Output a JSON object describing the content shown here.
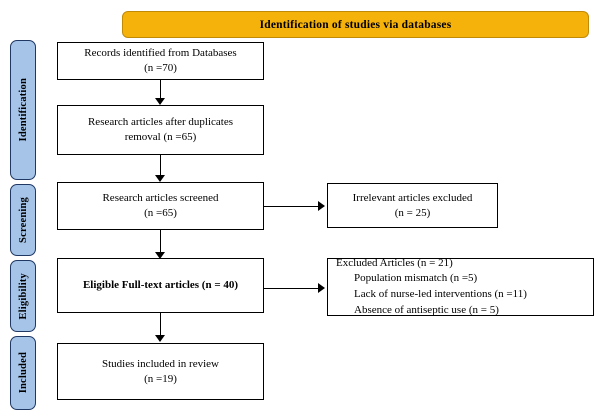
{
  "banner": {
    "title": "Identification of studies via databases"
  },
  "stages": [
    {
      "id": "identification",
      "label": "Identification"
    },
    {
      "id": "screening",
      "label": "Screening"
    },
    {
      "id": "eligibility",
      "label": "Eligibility"
    },
    {
      "id": "included",
      "label": "Included"
    }
  ],
  "boxes": {
    "records_identified": "Records identified from Databases\n(n =70)",
    "after_duplicates": "Research articles after duplicates\nremoval (n =65)",
    "screened": "Research articles screened\n(n =65)",
    "irrelevant_excluded": "Irrelevant articles excluded\n(n = 25)",
    "eligible_fulltext": "Eligible Full-text articles (n = 40)",
    "studies_included": "Studies included in review\n(n =19)"
  },
  "excluded_articles": {
    "heading": "Excluded Articles (n = 21)",
    "reasons": [
      "Population mismatch (n =5)",
      "Lack of nurse-led interventions (n =11)",
      "Absence of antiseptic use (n = 5)"
    ]
  },
  "counts": {
    "identified": 70,
    "after_duplicates": 65,
    "screened": 65,
    "irrelevant_excluded": 25,
    "eligible_fulltext": 40,
    "excluded_total": 21,
    "population_mismatch": 5,
    "lack_nurse_led": 11,
    "absence_antiseptic": 5,
    "included": 19
  },
  "colors": {
    "banner_fill": "#F5B20A",
    "stage_fill": "#A5C4E8",
    "stage_border": "#1F3864",
    "box_border": "#000000"
  }
}
